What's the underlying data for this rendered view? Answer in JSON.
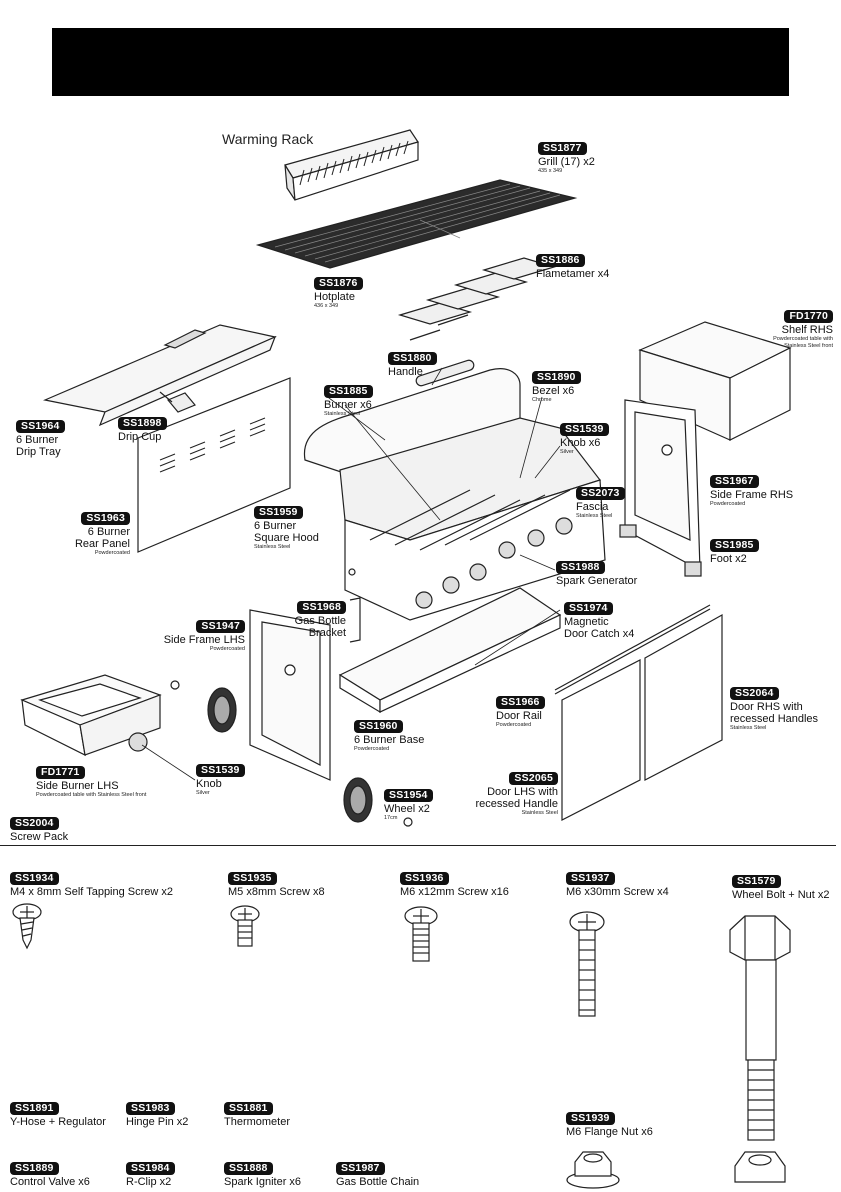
{
  "header": {
    "title": ""
  },
  "parts": {
    "warming_rack": "Warming Rack",
    "ss1877": {
      "code": "SS1877",
      "name": "Grill (17) x2",
      "sub": "435 x 349"
    },
    "ss1876": {
      "code": "SS1876",
      "name": "Hotplate",
      "sub": "436 x 349"
    },
    "ss1886": {
      "code": "SS1886",
      "name": "Flametamer x4"
    },
    "fd1770": {
      "code": "FD1770",
      "name": "Shelf RHS",
      "sub": "Powdercoated table with\nStainless Steel front"
    },
    "ss1880": {
      "code": "SS1880",
      "name": "Handle"
    },
    "ss1885": {
      "code": "SS1885",
      "name": "Burner x6",
      "sub": "Stainless Steel"
    },
    "ss1890": {
      "code": "SS1890",
      "name": "Bezel x6",
      "sub": "Chrome"
    },
    "ss1964": {
      "code": "SS1964",
      "name": "6 Burner\nDrip Tray"
    },
    "ss1898": {
      "code": "SS1898",
      "name": "Drip Cup"
    },
    "ss1539a": {
      "code": "SS1539",
      "name": "Knob x6",
      "sub": "Silver"
    },
    "ss1967": {
      "code": "SS1967",
      "name": "Side Frame RHS",
      "sub": "Powdercoated"
    },
    "ss2073": {
      "code": "SS2073",
      "name": "Fascia",
      "sub": "Stainless Steel"
    },
    "ss1963": {
      "code": "SS1963",
      "name": "6 Burner\nRear Panel",
      "sub": "Powdercoated"
    },
    "ss1959": {
      "code": "SS1959",
      "name": "6 Burner\nSquare Hood",
      "sub": "Stainless Steel"
    },
    "ss1985": {
      "code": "SS1985",
      "name": "Foot x2"
    },
    "ss1988": {
      "code": "SS1988",
      "name": "Spark Generator"
    },
    "ss1968": {
      "code": "SS1968",
      "name": "Gas Bottle\nBracket"
    },
    "ss1974": {
      "code": "SS1974",
      "name": "Magnetic\nDoor Catch x4"
    },
    "ss1947": {
      "code": "SS1947",
      "name": "Side Frame LHS",
      "sub": "Powdercoated"
    },
    "ss1966": {
      "code": "SS1966",
      "name": "Door Rail",
      "sub": "Powdercoated"
    },
    "ss2064": {
      "code": "SS2064",
      "name": "Door RHS with\nrecessed Handles",
      "sub": "Stainless Steel"
    },
    "ss1960": {
      "code": "SS1960",
      "name": "6 Burner Base",
      "sub": "Powdercoated"
    },
    "fd1771": {
      "code": "FD1771",
      "name": "Side Burner LHS",
      "sub": "Powdercoated table with Stainless Steel front"
    },
    "ss1539b": {
      "code": "SS1539",
      "name": "Knob",
      "sub": "Silver"
    },
    "ss2065": {
      "code": "SS2065",
      "name": "Door LHS with\nrecessed Handle",
      "sub": "Stainless Steel"
    },
    "ss1954": {
      "code": "SS1954",
      "name": "Wheel x2",
      "sub": "17cm"
    },
    "ss2004": {
      "code": "SS2004",
      "name": "Screw Pack"
    }
  },
  "hardware": {
    "ss1934": {
      "code": "SS1934",
      "name": "M4 x 8mm Self Tapping Screw x2"
    },
    "ss1935": {
      "code": "SS1935",
      "name": "M5 x8mm Screw x8"
    },
    "ss1936": {
      "code": "SS1936",
      "name": "M6 x12mm Screw x16"
    },
    "ss1937": {
      "code": "SS1937",
      "name": "M6 x30mm Screw x4"
    },
    "ss1579": {
      "code": "SS1579",
      "name": "Wheel Bolt + Nut x2"
    },
    "ss1891": {
      "code": "SS1891",
      "name": "Y-Hose + Regulator"
    },
    "ss1983": {
      "code": "SS1983",
      "name": "Hinge Pin x2"
    },
    "ss1881": {
      "code": "SS1881",
      "name": "Thermometer"
    },
    "ss1939": {
      "code": "SS1939",
      "name": "M6 Flange Nut x6"
    },
    "ss1889": {
      "code": "SS1889",
      "name": "Control Valve x6"
    },
    "ss1984": {
      "code": "SS1984",
      "name": "R-Clip x2"
    },
    "ss1888": {
      "code": "SS1888",
      "name": "Spark Igniter x6"
    },
    "ss1987": {
      "code": "SS1987",
      "name": "Gas Bottle Chain"
    }
  },
  "colors": {
    "badge": "#111111",
    "line": "#222222",
    "grill": "#2b2b2b"
  }
}
